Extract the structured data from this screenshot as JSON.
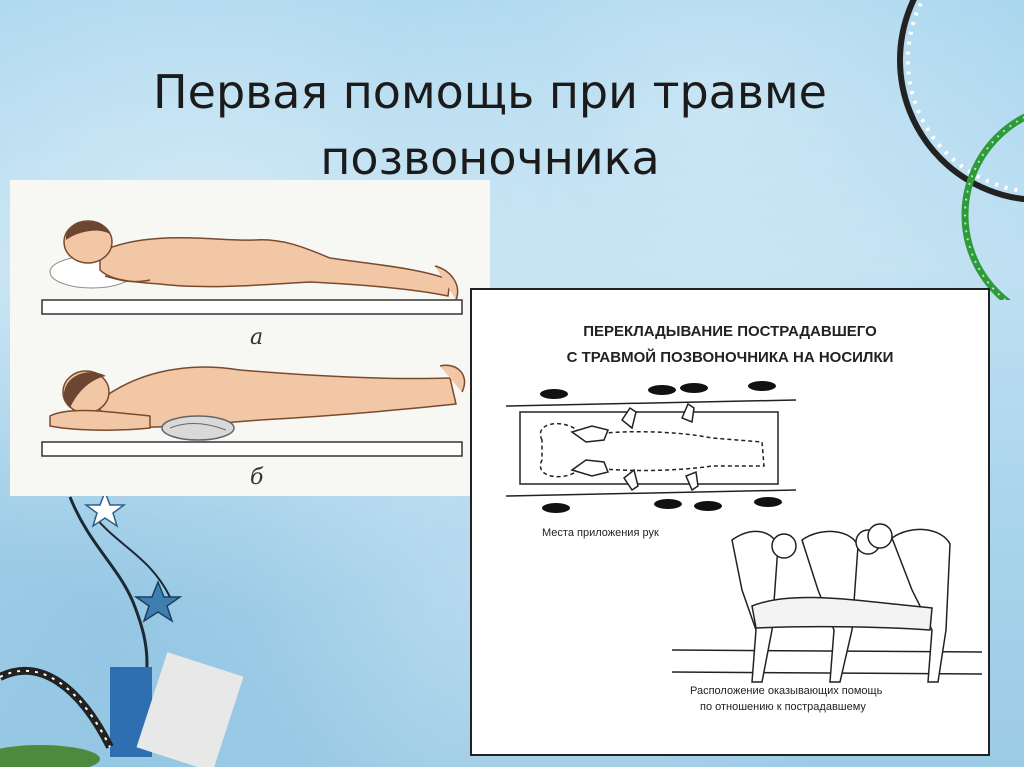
{
  "slide": {
    "title_line1": "Первая помощь при травме",
    "title_line2": "позвоночника"
  },
  "left_figure": {
    "label_a": "а",
    "label_b": "б"
  },
  "right_figure": {
    "heading_line1": "ПЕРЕКЛАДЫВАНИЕ ПОСТРАДАВШЕГО",
    "heading_line2": "С ТРАВМОЙ ПОЗВОНОЧНИКА НА НОСИЛКИ",
    "caption_hands": "Места приложения рук",
    "caption_position_line1": "Расположение оказывающих помощь",
    "caption_position_line2": "по отношению к пострадавшему"
  },
  "colors": {
    "background": "#a9d6ee",
    "skin": "#f2c7a6",
    "skin_outline": "#7a4a2e",
    "hair": "#6b4630",
    "ring_green": "#2e9a3a"
  }
}
